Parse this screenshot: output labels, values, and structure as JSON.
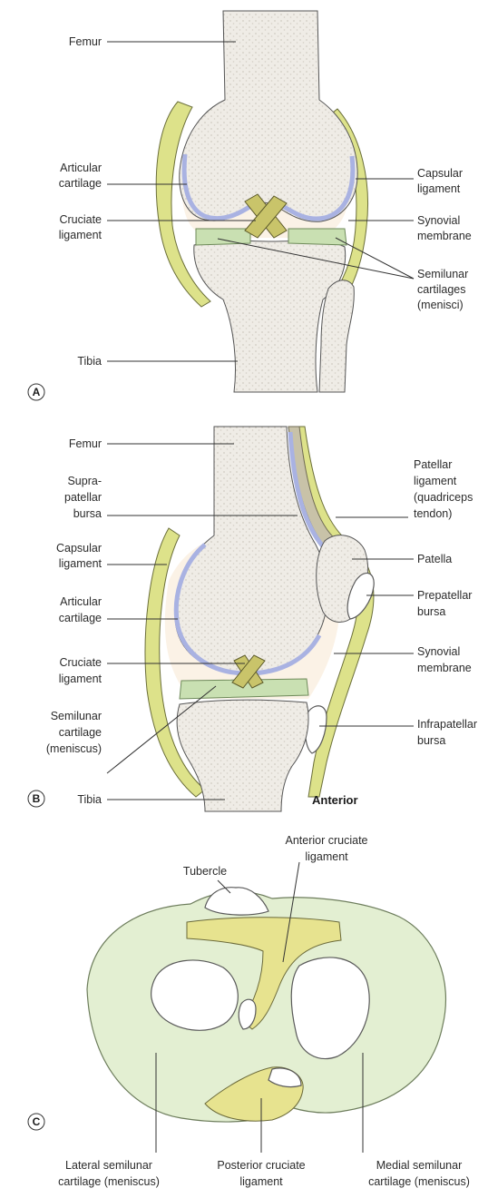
{
  "panel_a": {
    "letter": "A",
    "labels": {
      "femur": "Femur",
      "articular_cartilage": [
        "Articular",
        "cartilage"
      ],
      "cruciate_ligament": [
        "Cruciate",
        "ligament"
      ],
      "tibia": "Tibia",
      "capsular_ligament": [
        "Capsular",
        "ligament"
      ],
      "synovial_membrane": [
        "Synovial",
        "membrane"
      ],
      "semilunar_cartilages": [
        "Semilunar",
        "cartilages",
        "(menisci)"
      ]
    }
  },
  "panel_b": {
    "letter": "B",
    "labels": {
      "femur": "Femur",
      "suprapatellar_bursa": [
        "Supra-",
        "patellar",
        "bursa"
      ],
      "capsular_ligament": [
        "Capsular",
        "ligament"
      ],
      "articular_cartilage": [
        "Articular",
        "cartilage"
      ],
      "cruciate_ligament": [
        "Cruciate",
        "ligament"
      ],
      "semilunar_cartilage": [
        "Semilunar",
        "cartilage",
        "(meniscus)"
      ],
      "tibia": "Tibia",
      "anterior": "Anterior",
      "patellar_ligament": [
        "Patellar",
        "ligament",
        "(quadriceps",
        "tendon)"
      ],
      "patella": "Patella",
      "prepatellar_bursa": [
        "Prepatellar",
        "bursa"
      ],
      "synovial_membrane": [
        "Synovial",
        "membrane"
      ],
      "infrapatellar_bursa": [
        "Infrapatellar",
        "bursa"
      ]
    }
  },
  "panel_c": {
    "letter": "C",
    "labels": {
      "tubercle": "Tubercle",
      "anterior_cruciate": [
        "Anterior cruciate",
        "ligament"
      ],
      "lateral_semilunar": [
        "Lateral semilunar",
        "cartilage (meniscus)"
      ],
      "posterior_cruciate": [
        "Posterior cruciate",
        "ligament"
      ],
      "medial_semilunar": [
        "Medial semilunar",
        "cartilage (meniscus)"
      ]
    }
  },
  "colors": {
    "bone": "#efece6",
    "capsule": "#dde28a",
    "synovial": "#a9b2e2",
    "meniscus": "#c9e0b2",
    "ligament": "#c9c46a",
    "cavity": "#fbf2e6"
  }
}
